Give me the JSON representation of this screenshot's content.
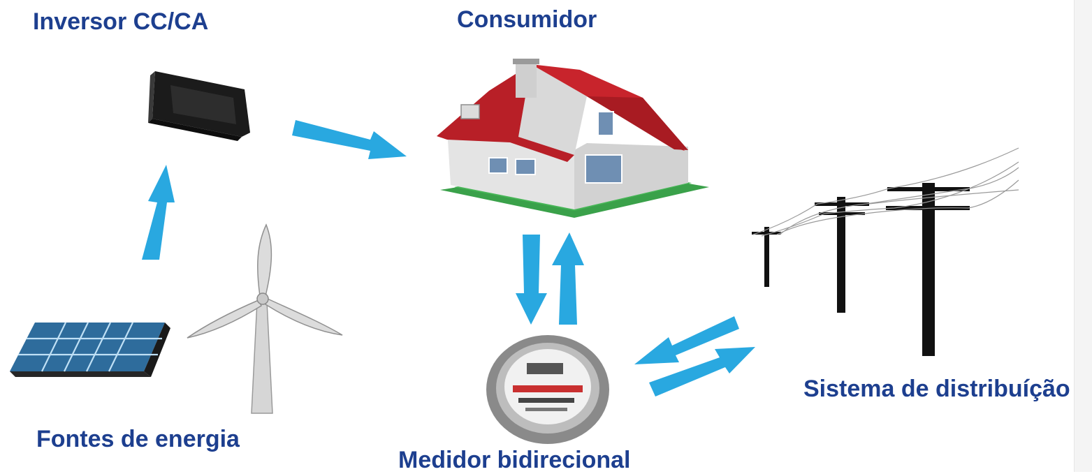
{
  "diagram": {
    "labels": {
      "inversor": "Inversor CC/CA",
      "consumidor": "Consumidor",
      "sistema": "Sistema de distribuíção",
      "fontes": "Fontes de energia",
      "medidor": "Medidor bidirecional"
    },
    "colors": {
      "label_text": "#1d3f8f",
      "arrow": "#29a8e0",
      "roof": "#c8242c",
      "walls": "#e9e9e9",
      "lawn": "#3aa14a",
      "inverter": "#232323",
      "solar_cell": "#3f7fb0",
      "pole": "#111111",
      "meter_ring": "#8a8a8a"
    },
    "icons": [
      "inverter-icon",
      "house-icon",
      "solar-panel-icon",
      "wind-turbine-icon",
      "power-pole-icon",
      "electric-meter-icon",
      "arrow-icon"
    ]
  }
}
